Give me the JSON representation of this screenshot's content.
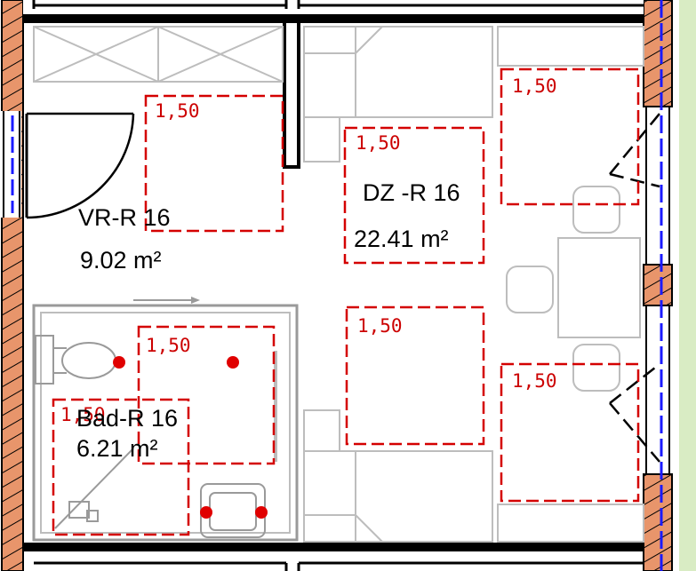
{
  "rooms": {
    "vr": {
      "name": "VR-R 16",
      "area": "9.02 m²"
    },
    "dz": {
      "name": "DZ -R 16",
      "area": "22.41 m²"
    },
    "bad": {
      "name": "Bad-R 16",
      "area": "6.21 m²"
    }
  },
  "turning_circles": [
    {
      "label": "1,50"
    },
    {
      "label": "1,50"
    },
    {
      "label": "1,50"
    },
    {
      "label": "1,50"
    },
    {
      "label": "1,50"
    },
    {
      "label": "1,50"
    },
    {
      "label": "1,50"
    }
  ],
  "colors": {
    "wall": "#000000",
    "exterior_wall_hatch": "#e8956b",
    "window_line": "#1a1aff",
    "turning_circle": "#d40000",
    "furniture": "#bdbdbd",
    "sanitary_point": "#e00000",
    "exterior_green": "#d9ecc4"
  }
}
